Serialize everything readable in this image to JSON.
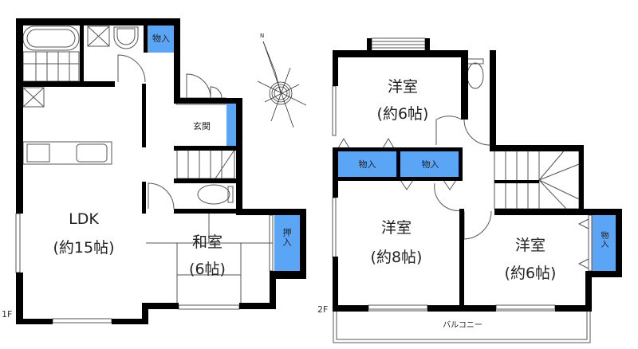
{
  "colors": {
    "wall": "#000000",
    "storage": "#5aa5f5",
    "line": "#555555"
  },
  "compass": {
    "north_label": "N"
  },
  "floor1": {
    "label": "1F",
    "rooms": {
      "ldk": {
        "name": "LDK",
        "size": "(約15帖)"
      },
      "washitsu": {
        "name": "和室",
        "size": "(6帖)"
      },
      "genkan": {
        "name": "玄関"
      },
      "storage_top": {
        "name": "物入"
      },
      "oshiire": {
        "name": "押入"
      }
    }
  },
  "floor2": {
    "label": "2F",
    "rooms": {
      "western_north": {
        "name": "洋室",
        "size": "(約6帖)"
      },
      "western_sw": {
        "name": "洋室",
        "size": "(約8帖)"
      },
      "western_se": {
        "name": "洋室",
        "size": "(約6帖)"
      },
      "storage_1": {
        "name": "物入"
      },
      "storage_2": {
        "name": "物入"
      },
      "storage_3": {
        "name": "物入"
      },
      "balcony": {
        "name": "バルコニー"
      }
    }
  }
}
